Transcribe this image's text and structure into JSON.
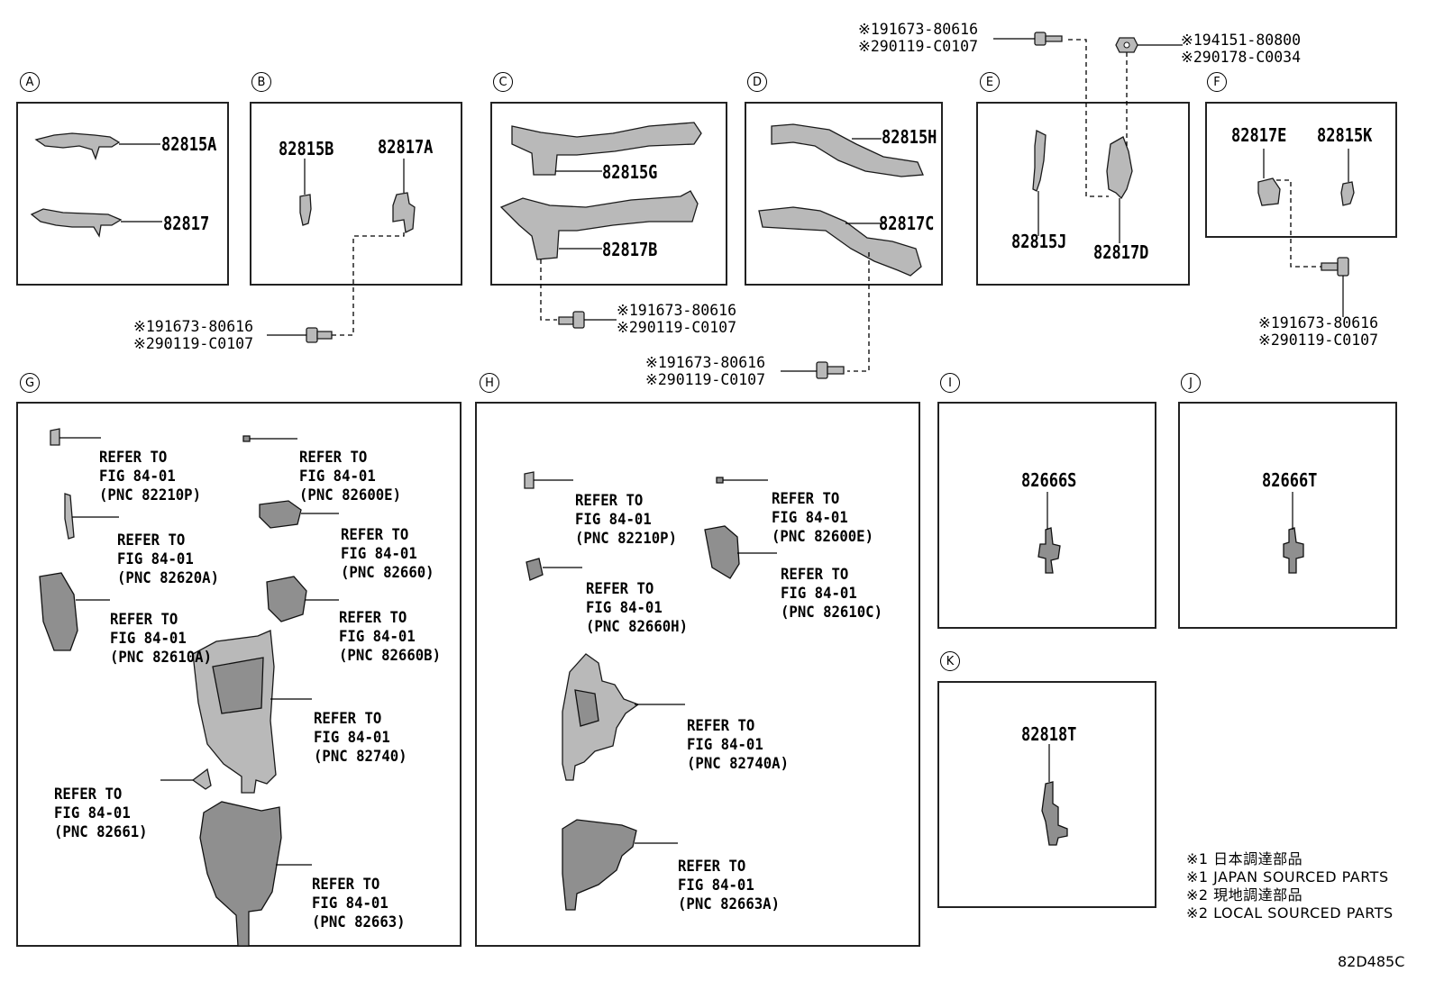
{
  "sections": {
    "A": {
      "letter": "A",
      "parts": [
        "82815A",
        "82817"
      ]
    },
    "B": {
      "letter": "B",
      "parts": [
        "82815B",
        "82817A"
      ]
    },
    "C": {
      "letter": "C",
      "parts": [
        "82815G",
        "82817B"
      ]
    },
    "D": {
      "letter": "D",
      "parts": [
        "82815H",
        "82817C"
      ]
    },
    "E": {
      "letter": "E",
      "parts": [
        "82815J",
        "82817D"
      ]
    },
    "F": {
      "letter": "F",
      "parts": [
        "82817E",
        "82815K"
      ]
    },
    "G": {
      "letter": "G"
    },
    "H": {
      "letter": "H"
    },
    "I": {
      "letter": "I",
      "parts": [
        "82666S"
      ]
    },
    "J": {
      "letter": "J",
      "parts": [
        "82666T"
      ]
    },
    "K": {
      "letter": "K",
      "parts": [
        "82818T"
      ]
    }
  },
  "fasteners": {
    "screw_top": [
      "※191673-80616",
      "※290119-C0107"
    ],
    "nut_top": [
      "※194151-80800",
      "※290178-C0034"
    ],
    "screw_b": [
      "※191673-80616",
      "※290119-C0107"
    ],
    "screw_c": [
      "※191673-80616",
      "※290119-C0107"
    ],
    "screw_d": [
      "※191673-80616",
      "※290119-C0107"
    ],
    "screw_f": [
      "※191673-80616",
      "※290119-C0107"
    ]
  },
  "refer": {
    "refer_to": "REFER TO",
    "fig": "FIG 84-01",
    "g": [
      "(PNC 82210P)",
      "(PNC 82600E)",
      "(PNC 82620A)",
      "(PNC 82660)",
      "(PNC 82610A)",
      "(PNC 82660B)",
      "(PNC 82740)",
      "(PNC 82661)",
      "(PNC 82663)"
    ],
    "h": [
      "(PNC 82210P)",
      "(PNC 82600E)",
      "(PNC 82660H)",
      "(PNC 82610C)",
      "(PNC 82740A)",
      "(PNC 82663A)"
    ]
  },
  "legend": [
    "※1 日本調達部品",
    "※1 JAPAN SOURCED PARTS",
    "※2 現地調達部品",
    "※2 LOCAL SOURCED PARTS"
  ],
  "diagram_code": "82D485C"
}
